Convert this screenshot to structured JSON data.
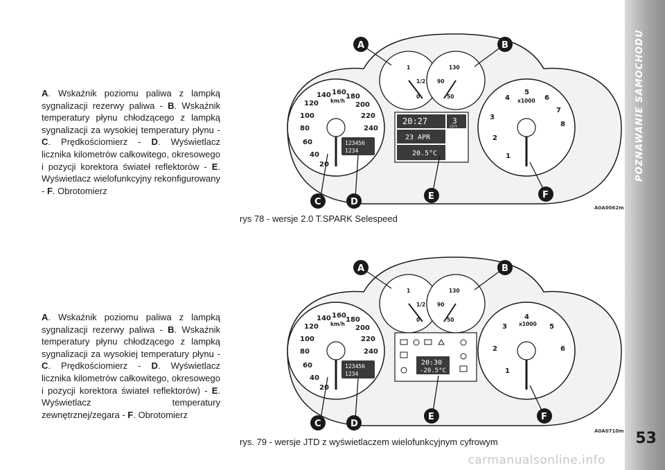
{
  "side_tab": {
    "section_title": "POZNAWANIE SAMOCHODU",
    "page_number": "53"
  },
  "figure1": {
    "description": {
      "parts": [
        {
          "letter": "A",
          "text": ". Wskaźnik poziomu paliwa z lampką sygnalizacji rezerwy paliwa - "
        },
        {
          "letter": "B",
          "text": ". Wskaźnik temperatury płynu chłodzącego z lampką sygnalizacji za wysokiej temperatury płynu - "
        },
        {
          "letter": "C",
          "text": ". Prędkościomierz - "
        },
        {
          "letter": "D",
          "text": ". Wyświetlacz licznika kilometrów całkowitego, okresowego i pozycji korektora świateł reflektorów - "
        },
        {
          "letter": "E",
          "text": ". Wyświetlacz wielofunkcyjny rekonfigurowany - "
        },
        {
          "letter": "F",
          "text": ". Obrotomierz"
        }
      ]
    },
    "caption": "rys 78 - wersje 2.0 T.SPARK Selespeed",
    "code": "A0A0062m",
    "labels": [
      "A",
      "B",
      "C",
      "D",
      "E",
      "F"
    ],
    "speedo_ticks": [
      "20",
      "40",
      "60",
      "80",
      "100",
      "120",
      "140",
      "160",
      "180",
      "200",
      "220",
      "240"
    ],
    "speedo_unit": "km/h",
    "odometer": "123456",
    "trip": "1234",
    "fuel_ticks": [
      "1",
      "1/2",
      "0"
    ],
    "temp_ticks": [
      "130",
      "90",
      "50"
    ],
    "tacho_ticks": [
      "1",
      "2",
      "3",
      "4",
      "5",
      "6",
      "7",
      "8"
    ],
    "tacho_unit": "x1000",
    "display": {
      "time": "20:27",
      "date": "23 APR",
      "temp": "20.5°C",
      "gear": "3",
      "mode": "CITY"
    }
  },
  "figure2": {
    "description": {
      "parts": [
        {
          "letter": "A",
          "text": ". Wskaźnik poziomu paliwa z lampką sygnalizacji rezerwy paliwa - "
        },
        {
          "letter": "B",
          "text": ". Wskaźnik temperatury płynu chłodzącego z lampką sygnalizacji za wysokiej temperatury płynu - "
        },
        {
          "letter": "C",
          "text": ". Prędkościomierz - "
        },
        {
          "letter": "D",
          "text": ". Wyświetlacz licznika kilometrów całkowitego, okresowego i pozycji korektora świateł reflektorów) - "
        },
        {
          "letter": "E",
          "text": ". Wyświetlacz temperatury zewnętrznej/zegara - "
        },
        {
          "letter": "F",
          "text": ". Obrotomierz"
        }
      ]
    },
    "caption": "rys. 79 - wersje JTD z wyświetlaczem wielofunkcyjnym cyfrowym",
    "code": "A0A0710m",
    "labels": [
      "A",
      "B",
      "C",
      "D",
      "E",
      "F"
    ],
    "speedo_ticks": [
      "20",
      "40",
      "60",
      "80",
      "100",
      "120",
      "140",
      "160",
      "180",
      "200",
      "220",
      "240"
    ],
    "speedo_unit": "km/h",
    "odometer": "123456",
    "trip": "1234",
    "fuel_ticks": [
      "1",
      "1/2",
      "0"
    ],
    "temp_ticks": [
      "130",
      "90",
      "50"
    ],
    "tacho_ticks": [
      "1",
      "2",
      "3",
      "4",
      "5",
      "6"
    ],
    "tacho_unit": "x1000",
    "display": {
      "time": "20:30",
      "temp": "-20.5°C"
    }
  },
  "watermark": "carmanualsonline.info"
}
